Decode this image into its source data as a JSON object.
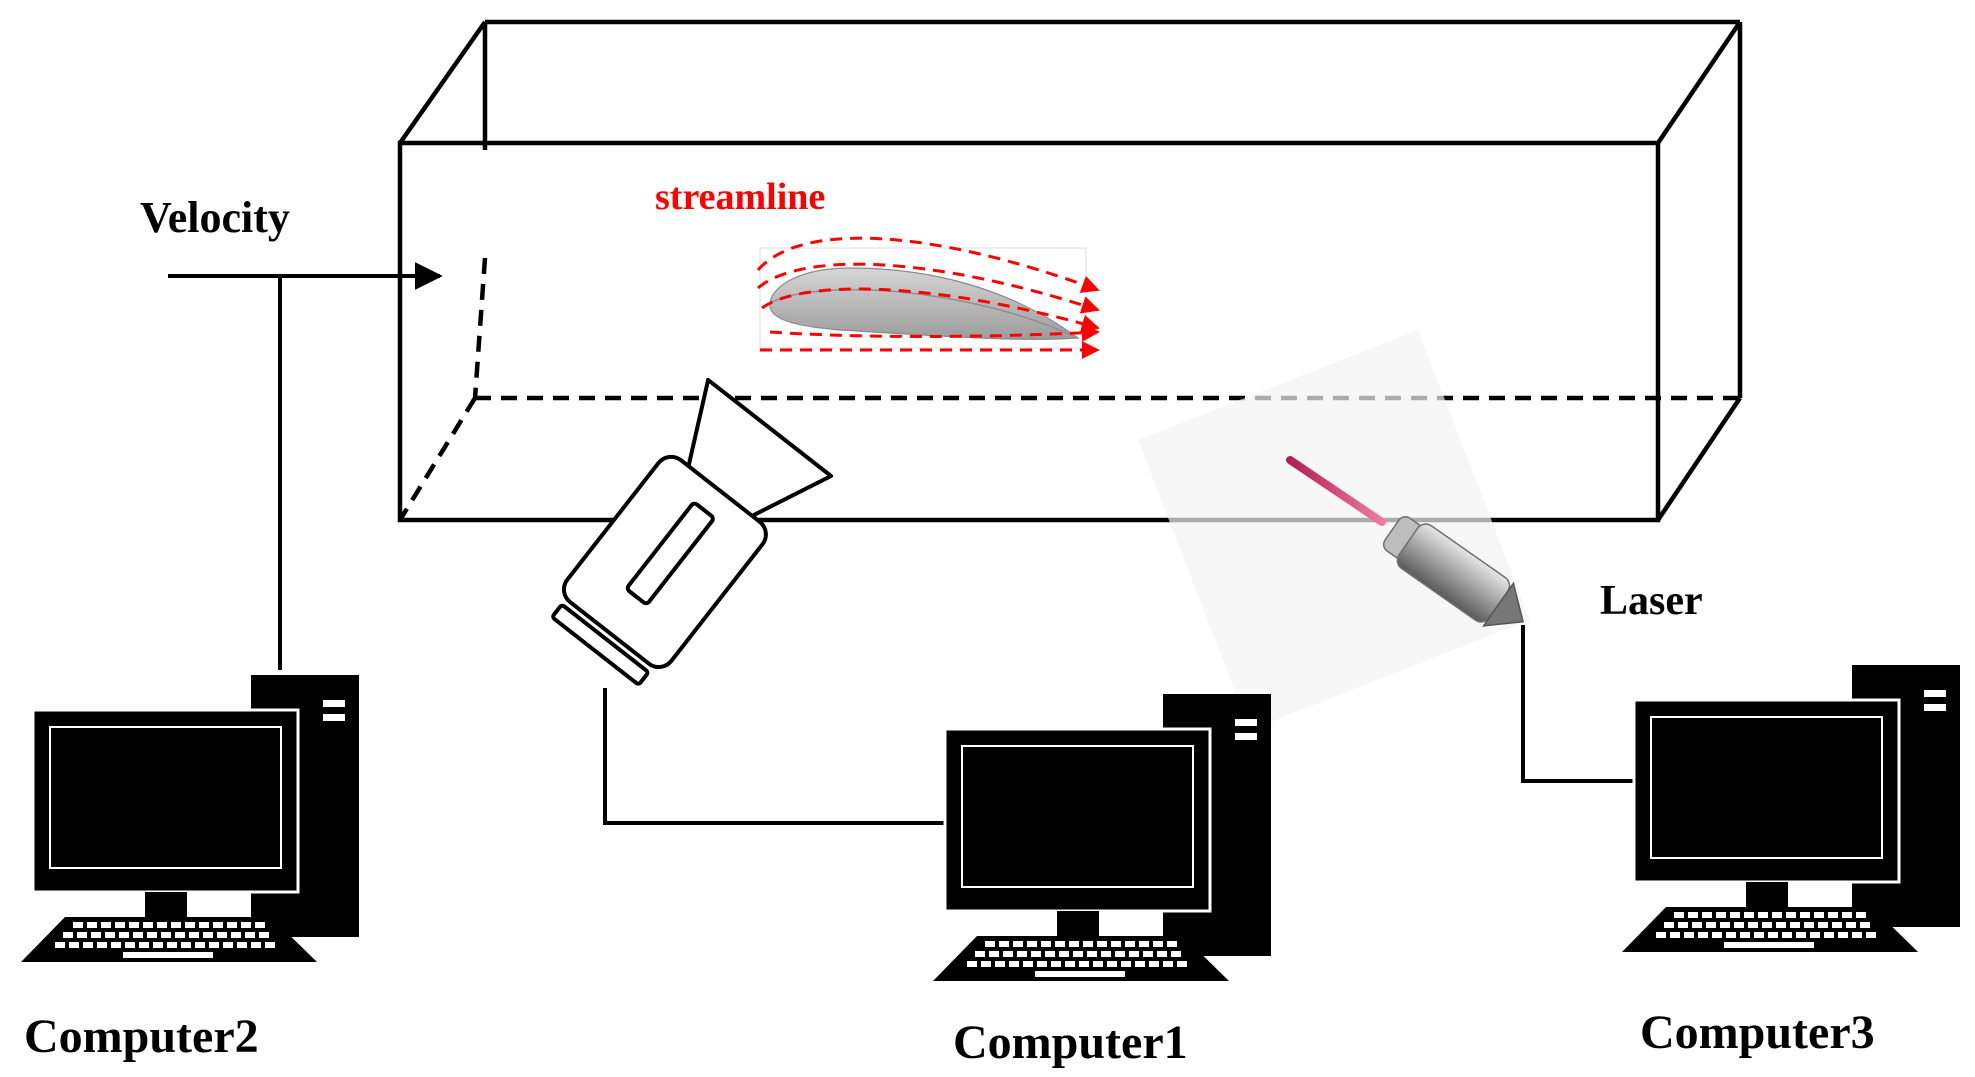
{
  "labels": {
    "velocity": "Velocity",
    "streamline": "streamline",
    "laser": "Laser",
    "computer1": "Computer1",
    "computer2": "Computer2",
    "computer3": "Computer3"
  },
  "colors": {
    "outline": "#000000",
    "streamline": "#ff0000",
    "airfoil": "#b8b8b8",
    "laser_beam": "#e0457a",
    "laser_body": "#9a9a9a"
  },
  "icons": [
    "arrow-icon",
    "airfoil-icon",
    "camera-icon",
    "laser-icon",
    "computer-icon"
  ]
}
